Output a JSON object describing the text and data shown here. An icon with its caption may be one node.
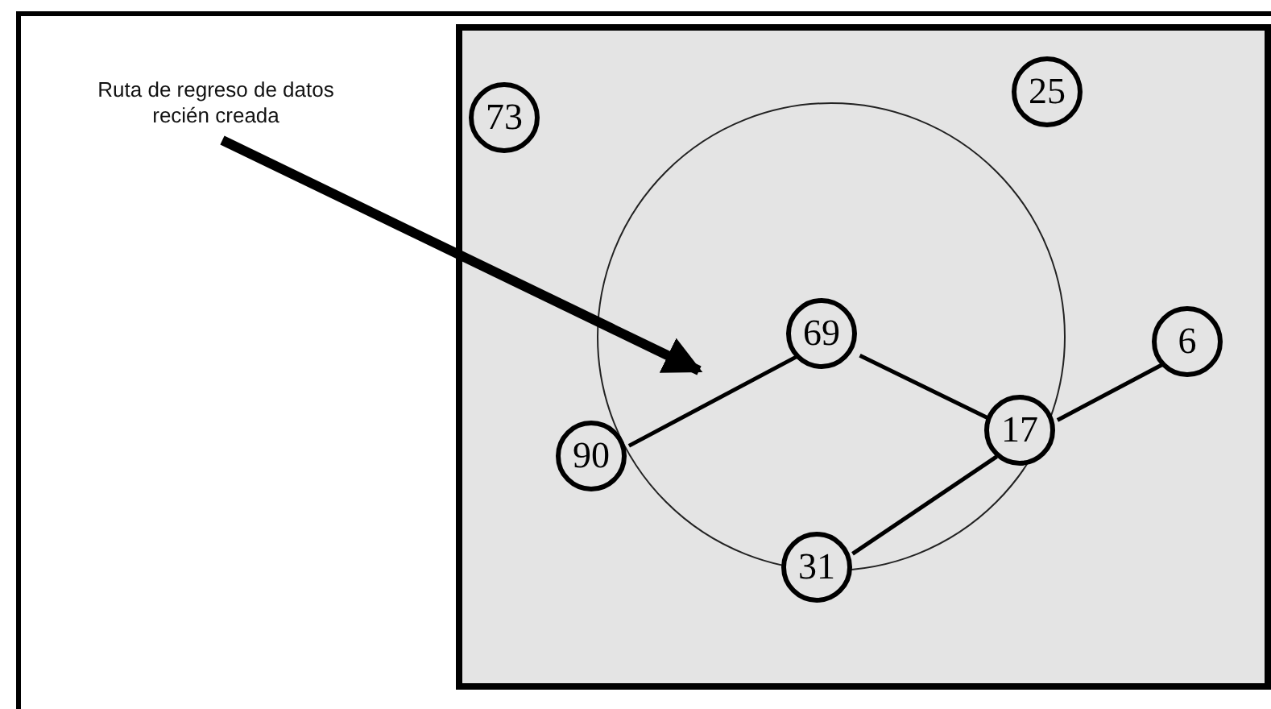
{
  "diagram": {
    "nodes": [
      {
        "text": [
          "Ruta de regreso de datos recién creada"
        ]
      },
      {
        "text": [],
        "shape": "box"
      },
      {
        "text": [
          "73"
        ],
        "in": 1
      },
      {
        "text": [
          "25"
        ],
        "in": 1
      },
      {
        "text": [
          "69"
        ],
        "in": 1
      },
      {
        "text": [
          "6"
        ],
        "in": 1
      },
      {
        "text": [
          "17"
        ],
        "in": 1
      },
      {
        "text": [
          "90"
        ],
        "in": 1
      },
      {
        "text": [
          "31"
        ],
        "in": 1
      }
    ],
    "edges": [
      {
        "from": 0,
        "to": null,
        "arrow": "to",
        "style": "thick"
      },
      {
        "from": 7,
        "to": 4,
        "arrow": "none"
      },
      {
        "from": 4,
        "to": 6,
        "arrow": "none"
      },
      {
        "from": 6,
        "to": 5,
        "arrow": "none"
      },
      {
        "from": 6,
        "to": 8,
        "arrow": "none"
      }
    ]
  }
}
